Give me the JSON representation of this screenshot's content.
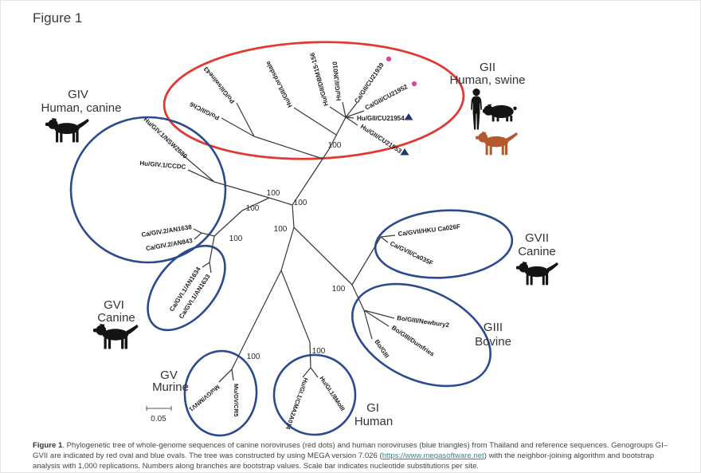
{
  "figure_title": "Figure 1",
  "caption": {
    "label": "Figure 1",
    "before_link": ". Phylogenetic tree of whole-genome sequences of canine noroviruses (red dots) and human noroviruses (blue triangles) from Thailand and reference sequences. Genogroups GI–GVII are indicated by red oval and blue ovals. The tree was constructed by using MEGA version 7.026 (",
    "link": "https://www.megasoftware.net",
    "after_link": ") with the neighbor-joining algorithm and bootstrap analysis with 1,000 replications. Numbers along branches are bootstrap values. Scale bar indicates nucleotide substitutions per site."
  },
  "scale_bar": "0.05",
  "bootstrap": [
    "100",
    "100",
    "100",
    "100",
    "100",
    "100",
    "100",
    "100",
    "100"
  ],
  "groups": {
    "gii": {
      "name": "GII",
      "host": "Human, swine"
    },
    "giv": {
      "name": "GIV",
      "host": "Human, canine"
    },
    "gvi": {
      "name": "GVI",
      "host": "Canine"
    },
    "gvii": {
      "name": "GVII",
      "host": "Canine"
    },
    "giii": {
      "name": "GIII",
      "host": "Bovine"
    },
    "gv": {
      "name": "GV",
      "host": "Murine"
    },
    "gi": {
      "name": "GI",
      "host": "Human"
    }
  },
  "taxa": {
    "po_swine43": "Po/GII/swine43",
    "po_ch6": "Po/GII/Ch6",
    "hu_lordsdale": "Hu/GII/Lordsdale",
    "hu_dbm15_156": "Hu/GII/DBM15-156",
    "hu_jn010": "Hu/GII/JN010",
    "ca_cu21939": "Ca/GII/CU21939",
    "ca_cu21952": "Ca/GII/CU21952",
    "hu_cu21954": "Hu/GII/CU21954",
    "hu_cu21953": "Hu/GII/CU21953",
    "hu_nsw2680": "Hu/GIV.1/NSW2680",
    "hu_ccdc": "Hu/GIV.1/CCDC",
    "ca_an1638": "Ca/GIV.2/AN1638",
    "ca_an843": "Ca/GIV.2/AN843",
    "ca_an1634": "Ca/GVI.1/AN1634",
    "ca_an1633": "Ca/GVI.1/AN1633",
    "ca_hku026f": "Ca/GVII/HKU Ca026F",
    "ca_035f": "Ca/GVII/Ca035F",
    "bo_newbury2": "Bo/GIII/Newbury2",
    "bo_dumfries": "Bo/GIII/Dumfries",
    "bo_giii": "Bo/GIII",
    "mu_mnv1": "Mu/GV/MNV1",
    "mu_cr5": "Mu/GV/CR5",
    "hu_cma2a014": "Hu/GI.1/CMA2A014",
    "hu_8mo": "Hu/GI.1/8MoIII"
  },
  "colors": {
    "red_oval": "#df3b32",
    "blue_oval": "#2b4a90",
    "canine_dot": "#d9479f",
    "human_triangle": "#22376d",
    "dog_brown": "#b3592c",
    "icon_black": "#141414",
    "link": "#2b8a96"
  }
}
